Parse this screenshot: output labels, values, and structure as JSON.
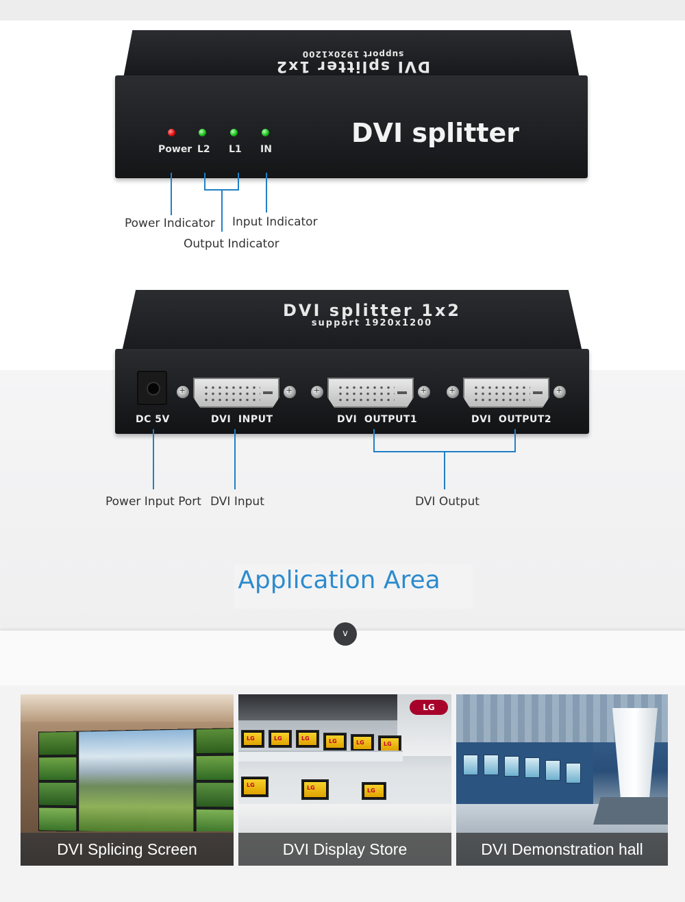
{
  "device_front": {
    "top_title": "DVI splitter 1x2",
    "top_subtitle": "support 1920x1200",
    "brand": "DVI splitter",
    "leds": [
      {
        "label": "Power",
        "color": "#e01010"
      },
      {
        "label": "L2",
        "color": "#19c219"
      },
      {
        "label": "L1",
        "color": "#19c219"
      },
      {
        "label": "IN",
        "color": "#19c219"
      }
    ]
  },
  "callouts_front": {
    "power_indicator": "Power Indicator",
    "input_indicator": "Input Indicator",
    "output_indicator": "Output Indicator"
  },
  "device_back": {
    "top_title": "DVI splitter 1x2",
    "top_subtitle": "support 1920x1200",
    "ports": [
      "DC 5V",
      "DVI  INPUT",
      "DVI  OUTPUT1",
      "DVI  OUTPUT2"
    ]
  },
  "callouts_back": {
    "power_input_port": "Power Input Port",
    "dvi_input": "DVI Input",
    "dvi_output": "DVI Output"
  },
  "application": {
    "title": "Application Area",
    "toggle_glyph": "v"
  },
  "gallery": [
    {
      "caption": "DVI Splicing Screen"
    },
    {
      "caption": "DVI Display Store",
      "logo": "LG",
      "monitor_brand": "LG"
    },
    {
      "caption": "DVI Demonstration hall"
    }
  ],
  "colors": {
    "callout_line": "#1f7fc4",
    "heading": "#2d8bcd",
    "device_body": "#1d1f22"
  }
}
